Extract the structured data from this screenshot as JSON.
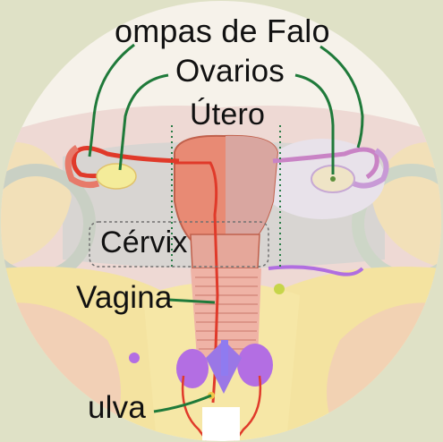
{
  "labels": {
    "trompas": "ompas de Falo",
    "ovarios": "Ovarios",
    "utero": "Útero",
    "cervix": "Cérvix",
    "vagina": "Vagina",
    "vulva": "ulva"
  },
  "colors": {
    "background": "#dfe1c6",
    "skin_yellow": "#f2dc90",
    "skin_pink": "#f3c6bd",
    "pelvis_gray": "#d6d3cf",
    "uterus": "#e98872",
    "vessel_red": "#e03a2a",
    "vulva_purple": "#b36ee3",
    "leader_green": "#1f7a3a",
    "ovary_fill": "#f4ec9a"
  }
}
